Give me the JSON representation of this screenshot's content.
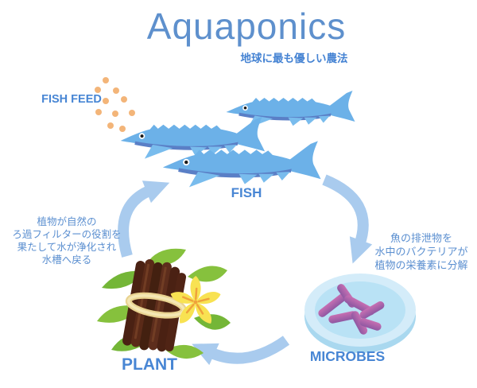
{
  "title": "Aquaponics",
  "subtitle": "地球に最も優しい農法",
  "labels": {
    "fish_feed": "FISH FEED",
    "fish": "FISH",
    "microbes": "MICROBES",
    "plant": "PLANT"
  },
  "notes": {
    "left": [
      "植物が自然の",
      "ろ過フィルターの役割を",
      "果たして水が浄化され",
      "水槽へ戻る"
    ],
    "right": [
      "魚の排泄物を",
      "水中のバクテリアが",
      "植物の栄養素に分解"
    ]
  },
  "icons": {
    "fish": "fish-icon",
    "fish_feed": "feed-dots-icon",
    "microbes": "petri-dish-icon",
    "plant": "vanilla-plant-icon",
    "arrows": "cycle-arrow-icon"
  },
  "colors": {
    "title_blue": "#5e90cd",
    "label_blue": "#4886d4",
    "note_blue": "#5b8fd0",
    "arrow_blue": "#a9cbee",
    "fish_body": "#6cb1e8",
    "fish_belly": "#5a7fc6",
    "feed_dots": "#f3b579",
    "dish_blue": "#bfe3f4",
    "microbe_magenta": "#b660a7",
    "leaf_green": "#86c13d",
    "pod_brown": "#4a2113",
    "flower_yellow": "#f8e252"
  }
}
